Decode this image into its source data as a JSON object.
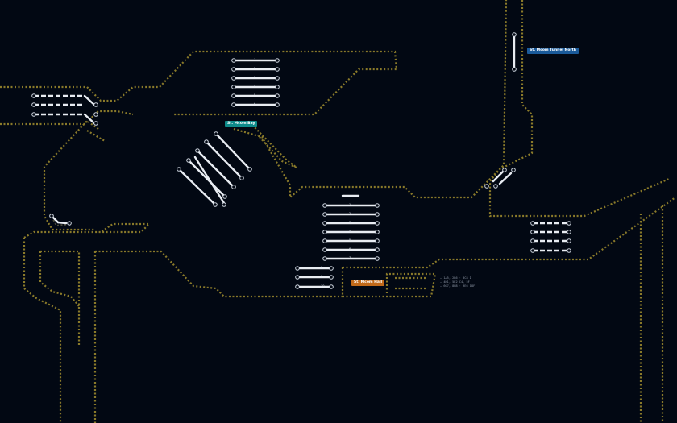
{
  "map": {
    "background": "#020813",
    "track_color": "#8a7a2a",
    "platform_color": "#e8ecf2"
  },
  "stations": {
    "upper_center": {
      "label": "St. Mcom Bay",
      "color": "#0e8a8a"
    },
    "upper_right": {
      "label": "St. Mcom Tunnel North",
      "color": "#1a5a9a"
    },
    "center_depot": {
      "label": "St. Mcom Hall",
      "color": "#c26a1a"
    }
  },
  "platform_numbers": {
    "upper_block": [
      "1",
      "2",
      "3",
      "4",
      "5",
      "6"
    ],
    "center_block": [
      "1",
      "2",
      "3",
      "4",
      "5",
      "6",
      "7"
    ],
    "side_block": [
      "8",
      "9",
      "10"
    ]
  },
  "routes_legend": [
    "— 1A5, 2B6 · 3C8 D",
    "— 4D1, 5E2 C4, 5F",
    "— 6G7, 8H8 · 9E6 I8F"
  ]
}
